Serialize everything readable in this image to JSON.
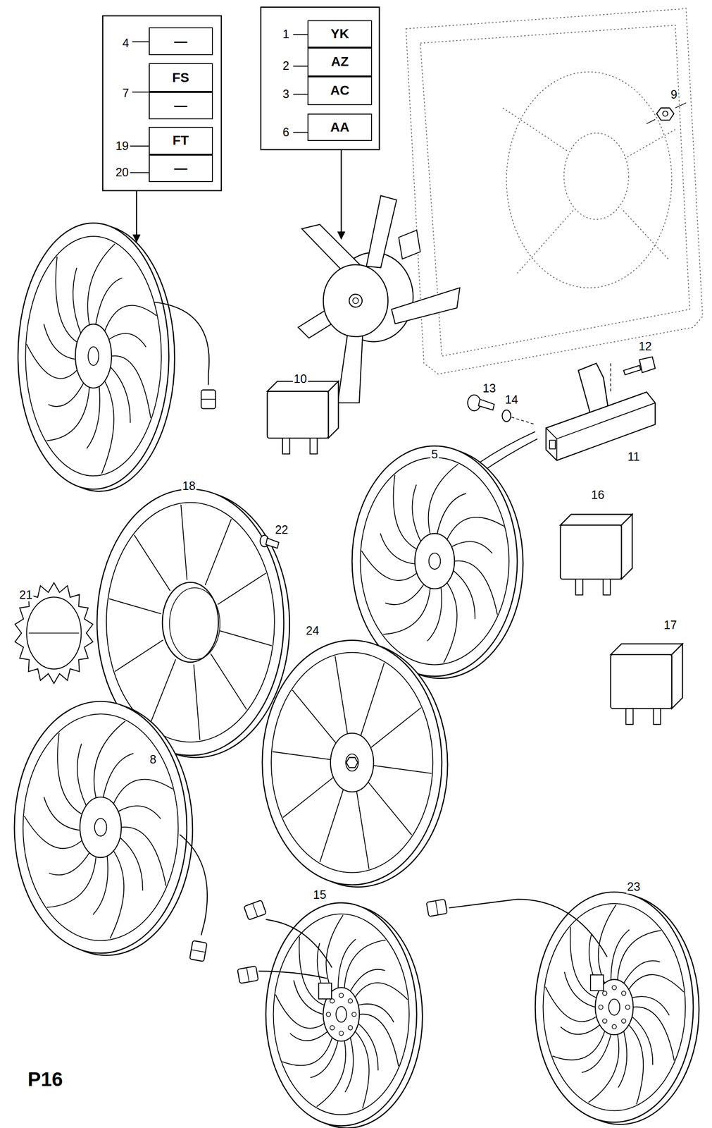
{
  "diagram": {
    "nodes": [
      {
        "text": [
          "—"
        ]
      },
      {
        "text": [
          "FS"
        ]
      },
      {
        "text": [
          "—"
        ]
      },
      {
        "text": [
          "FT"
        ]
      },
      {
        "text": [
          "—"
        ]
      },
      {
        "text": [
          "YK"
        ]
      },
      {
        "text": [
          "AZ"
        ]
      },
      {
        "text": [
          "AC"
        ]
      },
      {
        "text": [
          "AA"
        ]
      }
    ],
    "labels": [
      "4",
      "7",
      "19",
      "20",
      "1",
      "2",
      "3",
      "6",
      "9",
      "10",
      "12",
      "13",
      "14",
      "11",
      "5",
      "18",
      "22",
      "16",
      "21",
      "24",
      "17",
      "8",
      "15",
      "23",
      "P16"
    ]
  }
}
